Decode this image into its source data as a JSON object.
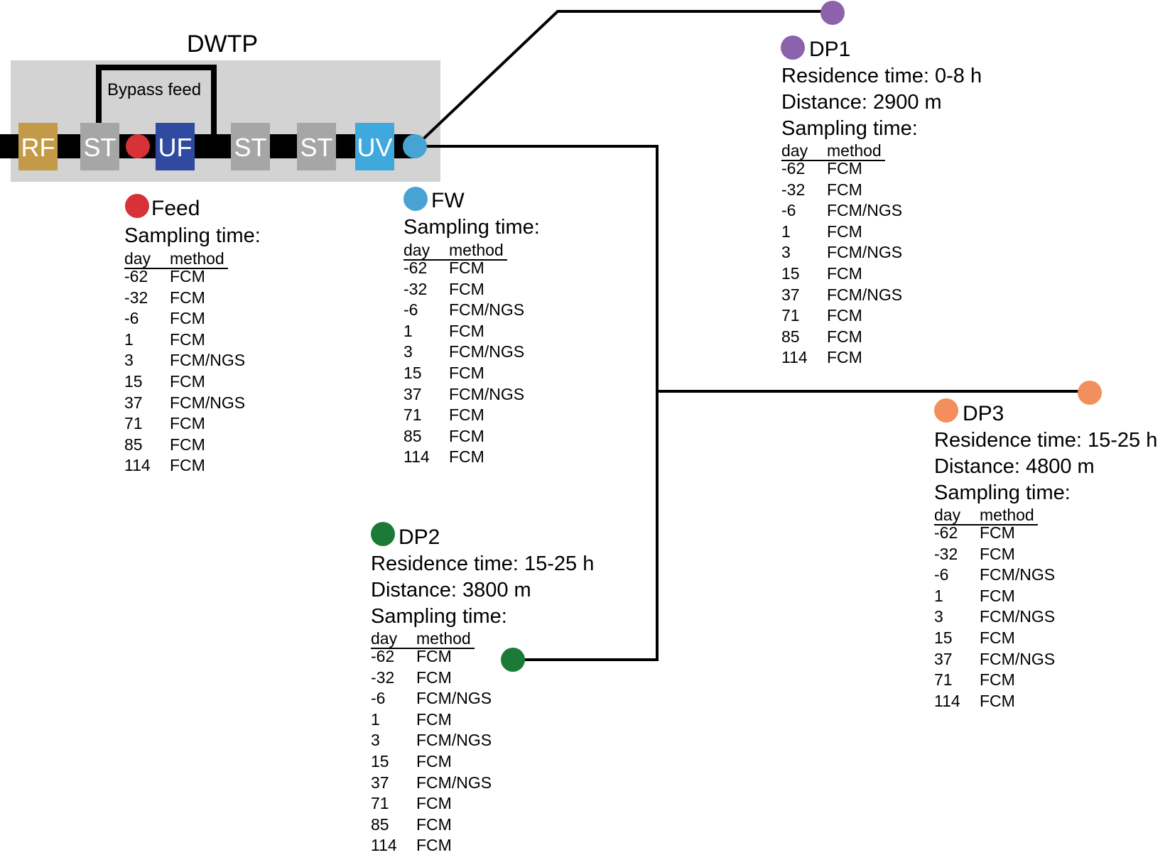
{
  "plant": {
    "title": "DWTP",
    "bypass_label": "Bypass feed"
  },
  "units": [
    {
      "label": "RF",
      "color": "#c39a48"
    },
    {
      "label": "ST",
      "color": "#a6a6a6"
    },
    {
      "label": "UF",
      "color": "#2f4aa0"
    },
    {
      "label": "ST",
      "color": "#a6a6a6"
    },
    {
      "label": "ST",
      "color": "#a6a6a6"
    },
    {
      "label": "UV",
      "color": "#3fa9dd"
    }
  ],
  "colors": {
    "feed": "#d63237",
    "fw": "#46a3d4",
    "dp1": "#8c62ad",
    "dp2": "#1a7a36",
    "dp3": "#f38f5c",
    "plant_box": "#d3d3d3",
    "pipe": "#000000"
  },
  "sampling_header": {
    "title": "Sampling time:",
    "day": "day",
    "method": "method"
  },
  "points": {
    "feed": {
      "name": "Feed",
      "schedule": [
        {
          "day": "-62",
          "method": "FCM"
        },
        {
          "day": "-32",
          "method": "FCM"
        },
        {
          "day": "-6",
          "method": "FCM"
        },
        {
          "day": "1",
          "method": "FCM"
        },
        {
          "day": "3",
          "method": "FCM/NGS"
        },
        {
          "day": "15",
          "method": "FCM"
        },
        {
          "day": "37",
          "method": "FCM/NGS"
        },
        {
          "day": "71",
          "method": "FCM"
        },
        {
          "day": "85",
          "method": "FCM"
        },
        {
          "day": "114",
          "method": "FCM"
        }
      ]
    },
    "fw": {
      "name": "FW",
      "schedule": [
        {
          "day": "-62",
          "method": "FCM"
        },
        {
          "day": "-32",
          "method": "FCM"
        },
        {
          "day": "-6",
          "method": "FCM/NGS"
        },
        {
          "day": "1",
          "method": "FCM"
        },
        {
          "day": "3",
          "method": "FCM/NGS"
        },
        {
          "day": "15",
          "method": "FCM"
        },
        {
          "day": "37",
          "method": "FCM/NGS"
        },
        {
          "day": "71",
          "method": "FCM"
        },
        {
          "day": "85",
          "method": "FCM"
        },
        {
          "day": "114",
          "method": "FCM"
        }
      ]
    },
    "dp1": {
      "name": "DP1",
      "residence": "Residence time: 0-8 h",
      "distance": "Distance: 2900 m",
      "schedule": [
        {
          "day": "-62",
          "method": "FCM"
        },
        {
          "day": "-32",
          "method": "FCM"
        },
        {
          "day": "-6",
          "method": "FCM/NGS"
        },
        {
          "day": "1",
          "method": "FCM"
        },
        {
          "day": "3",
          "method": "FCM/NGS"
        },
        {
          "day": "15",
          "method": "FCM"
        },
        {
          "day": "37",
          "method": "FCM/NGS"
        },
        {
          "day": "71",
          "method": "FCM"
        },
        {
          "day": "85",
          "method": "FCM"
        },
        {
          "day": "114",
          "method": "FCM"
        }
      ]
    },
    "dp2": {
      "name": "DP2",
      "residence": "Residence time: 15-25 h",
      "distance": "Distance: 3800 m",
      "schedule": [
        {
          "day": "-62",
          "method": "FCM"
        },
        {
          "day": "-32",
          "method": "FCM"
        },
        {
          "day": "-6",
          "method": "FCM/NGS"
        },
        {
          "day": "1",
          "method": "FCM"
        },
        {
          "day": "3",
          "method": "FCM/NGS"
        },
        {
          "day": "15",
          "method": "FCM"
        },
        {
          "day": "37",
          "method": "FCM/NGS"
        },
        {
          "day": "71",
          "method": "FCM"
        },
        {
          "day": "85",
          "method": "FCM"
        },
        {
          "day": "114",
          "method": "FCM"
        }
      ]
    },
    "dp3": {
      "name": "DP3",
      "residence": "Residence time: 15-25 h",
      "distance": "Distance: 4800 m",
      "schedule": [
        {
          "day": "-62",
          "method": "FCM"
        },
        {
          "day": "-32",
          "method": "FCM"
        },
        {
          "day": "-6",
          "method": "FCM/NGS"
        },
        {
          "day": "1",
          "method": "FCM"
        },
        {
          "day": "3",
          "method": "FCM/NGS"
        },
        {
          "day": "15",
          "method": "FCM"
        },
        {
          "day": "37",
          "method": "FCM/NGS"
        },
        {
          "day": "71",
          "method": "FCM"
        },
        {
          "day": "114",
          "method": "FCM"
        }
      ]
    }
  }
}
